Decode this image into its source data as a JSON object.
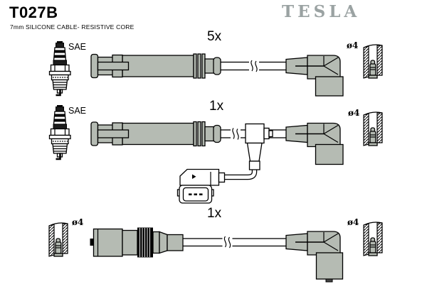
{
  "header": {
    "part_number": "T027B",
    "subtitle": "7mm SILICONE CABLE- RESISTIVE CORE",
    "brand": "TESLA"
  },
  "rows": [
    {
      "id": "row-1",
      "quantity": "5x",
      "plug_standard": "SAE",
      "terminal_diameter": "ø4",
      "description": "straight spark-plug boot to angled distributor boot"
    },
    {
      "id": "row-2",
      "quantity": "1x",
      "plug_standard": "SAE",
      "terminal_diameter": "ø4",
      "description": "straight spark-plug boot with T-junction branch to 3-pin coil connector and angled distributor boot"
    },
    {
      "id": "row-3",
      "quantity": "1x",
      "terminal_diameter_left": "ø4",
      "terminal_diameter_right": "ø4",
      "description": "straight ribbed connector to angled distributor boot"
    }
  ],
  "colors": {
    "connector_gray": "#b5bbb3",
    "brand_gray": "#9aa2a2",
    "outline": "#000000",
    "background": "#ffffff"
  },
  "icons": [
    "spark-plug-icon",
    "straight-boot-icon",
    "angled-boot-icon",
    "terminal-socket-icon",
    "coil-connector-icon",
    "cable-break-icon",
    "t-junction-icon"
  ]
}
